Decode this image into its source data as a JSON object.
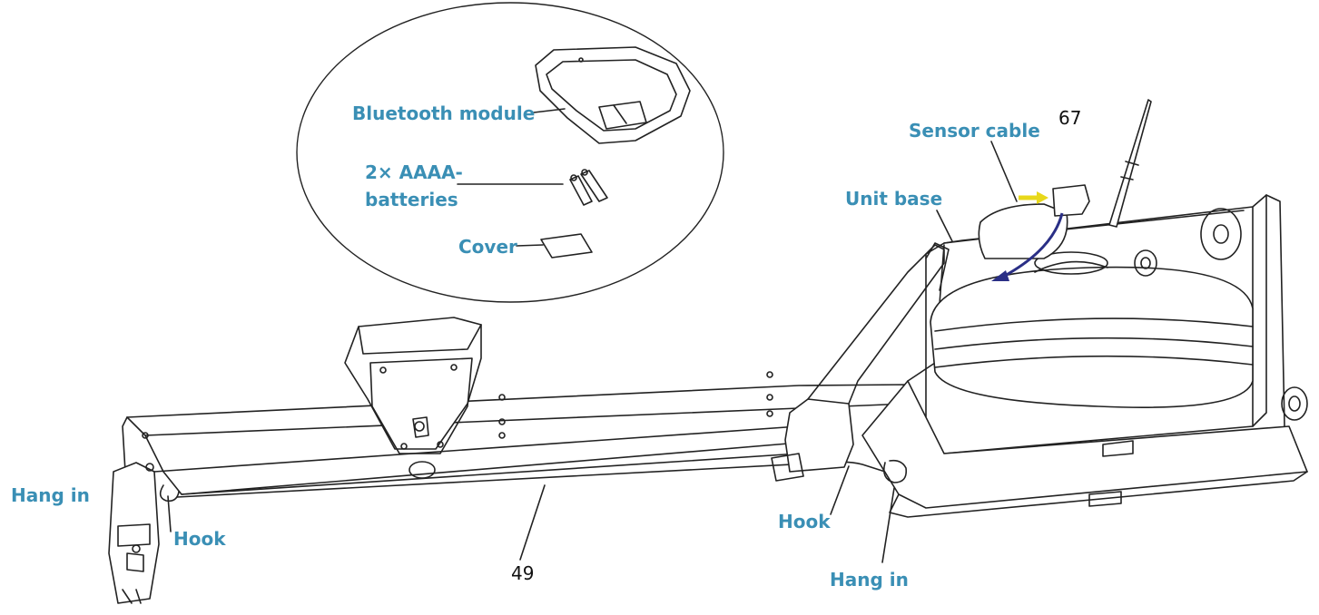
{
  "colors": {
    "label_blue": "#3a8fb5",
    "line_dark": "#222222",
    "arrow_yellow": "#e8d81a",
    "arrow_navy": "#2a2f86"
  },
  "callouts": {
    "bluetooth_module": "Bluetooth module",
    "batteries_line1": "2× AAAA-",
    "batteries_line2": "batteries",
    "cover": "Cover",
    "sensor_cable": "Sensor cable",
    "unit_base": "Unit base",
    "hang_in_left": "Hang in",
    "hang_in_right": "Hang in",
    "hook_left": "Hook",
    "hook_right": "Hook"
  },
  "part_numbers": {
    "sensor": "67",
    "cord": "49"
  }
}
